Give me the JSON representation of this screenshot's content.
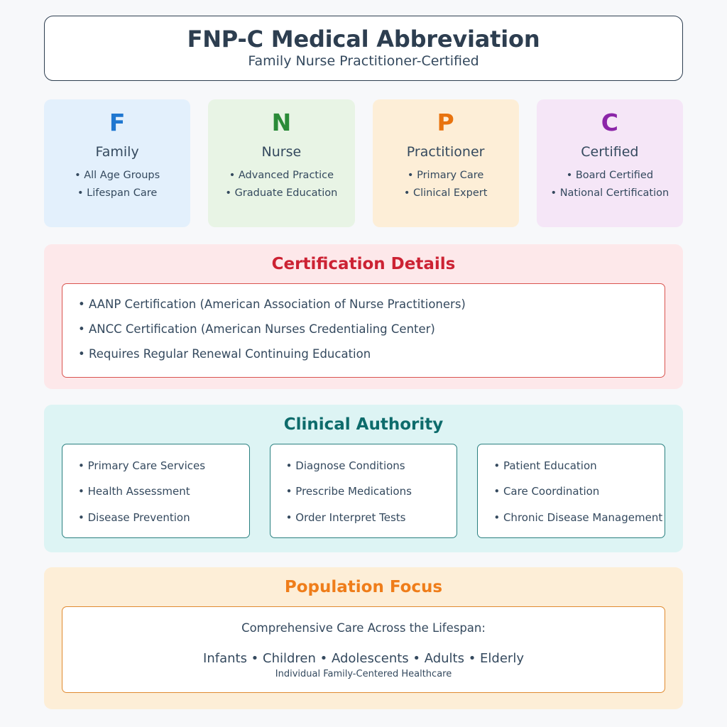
{
  "header": {
    "title": "FNP-C Medical Abbreviation",
    "subtitle": "Family Nurse Practitioner-Certified",
    "border_color": "#2d3e50"
  },
  "letter_cards": [
    {
      "letter": "F",
      "word": "Family",
      "letter_color": "#1f77d0",
      "background": "#e3f0fc",
      "points": [
        "• All Age Groups",
        "• Lifespan Care"
      ]
    },
    {
      "letter": "N",
      "word": "Nurse",
      "letter_color": "#2a8b38",
      "background": "#e8f4e5",
      "points": [
        "• Advanced Practice",
        "• Graduate Education"
      ]
    },
    {
      "letter": "P",
      "word": "Practitioner",
      "letter_color": "#e8730f",
      "background": "#fdeed7",
      "points": [
        "• Primary Care",
        "• Clinical Expert"
      ]
    },
    {
      "letter": "C",
      "word": "Certified",
      "letter_color": "#8b25a8",
      "background": "#f5e6f7",
      "points": [
        "• Board Certified",
        "• National Certification"
      ]
    }
  ],
  "certification": {
    "title": "Certification Details",
    "title_color": "#cc2233",
    "panel_background": "#fde8ea",
    "box_border": "#d9544f",
    "items": [
      "• AANP Certification (American Association of Nurse Practitioners)",
      "• ANCC Certification (American Nurses Credentialing Center)",
      "• Requires Regular Renewal Continuing Education"
    ]
  },
  "clinical_authority": {
    "title": "Clinical Authority",
    "title_color": "#0d6b6b",
    "panel_background": "#ddf4f4",
    "box_border": "#2a8080",
    "columns": [
      [
        "• Primary Care Services",
        "• Health Assessment",
        "• Disease Prevention"
      ],
      [
        "• Diagnose Conditions",
        "• Prescribe Medications",
        "• Order Interpret Tests"
      ],
      [
        "• Patient Education",
        "• Care Coordination",
        "• Chronic Disease Management"
      ]
    ]
  },
  "population_focus": {
    "title": "Population Focus",
    "title_color": "#ef7d1a",
    "panel_background": "#fdeed7",
    "box_border": "#e08a30",
    "lead": "Comprehensive Care Across the Lifespan:",
    "groups": "Infants • Children • Adolescents • Adults • Elderly",
    "note": "Individual Family-Centered Healthcare"
  }
}
